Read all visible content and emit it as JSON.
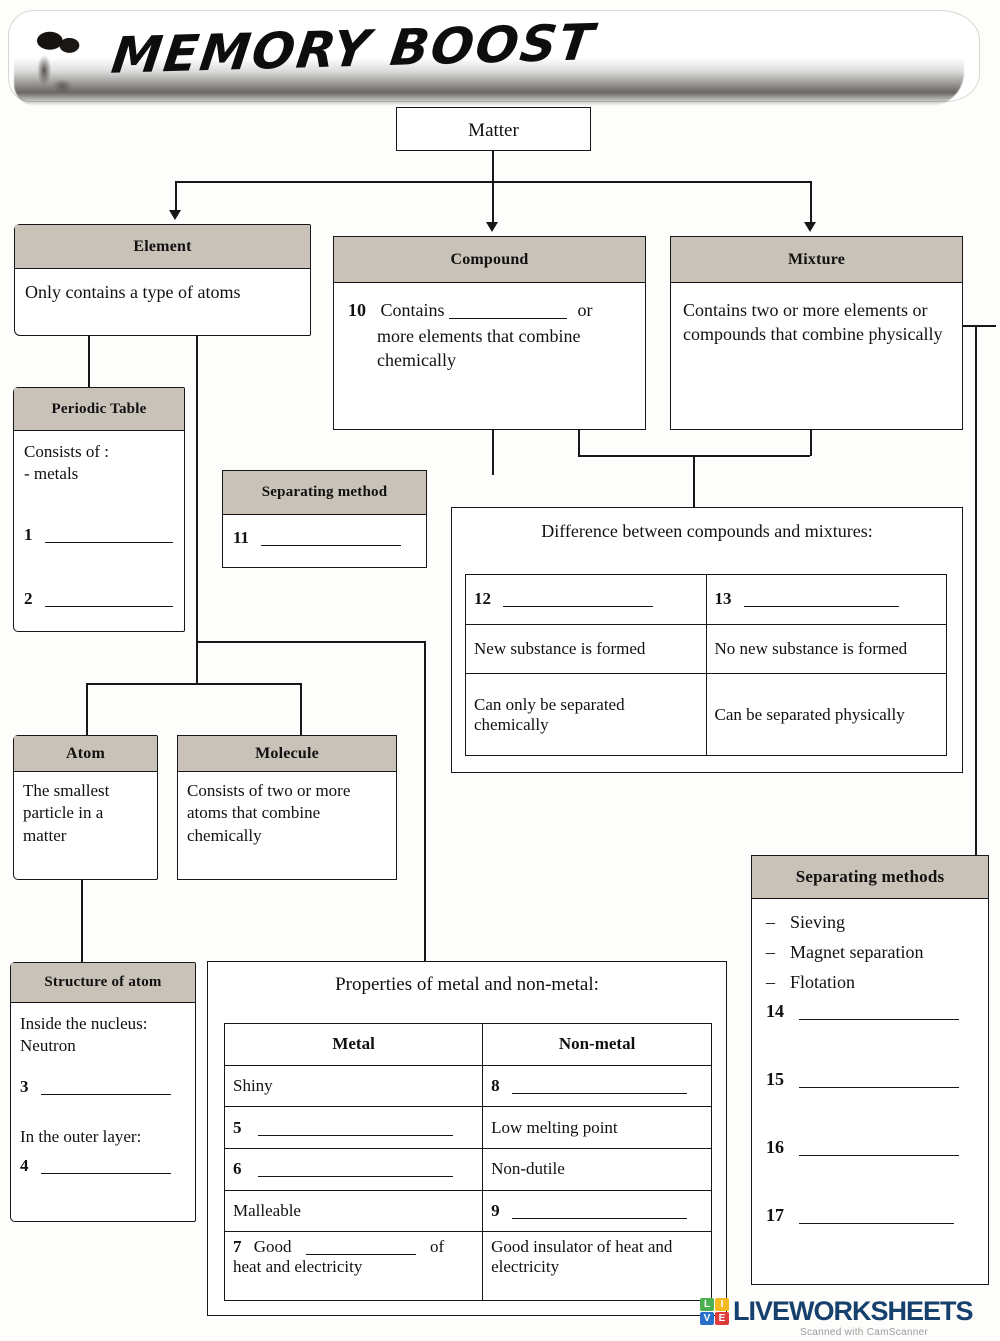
{
  "banner": {
    "title": "MEMORY BOOST"
  },
  "nodes": {
    "matter": {
      "label": "Matter"
    },
    "element": {
      "header": "Element",
      "body": "Only contains a type of atoms"
    },
    "compound": {
      "header": "Compound",
      "q_number": "10",
      "text_before": "Contains",
      "text_mid": "or",
      "text_after": "more elements that combine chemically"
    },
    "mixture": {
      "header": "Mixture",
      "body": "Contains two or more elements or compounds that combine physically"
    },
    "periodic_table": {
      "header": "Periodic Table",
      "line1": "Consists of :",
      "line2": "-  metals",
      "q1": "1",
      "q2": "2"
    },
    "separating_method": {
      "header": "Separating method",
      "q11": "11"
    },
    "atom": {
      "header": "Atom",
      "body": "The smallest particle in a matter"
    },
    "molecule": {
      "header": "Molecule",
      "body": "Consists of two or more atoms that combine chemically"
    },
    "structure_of_atom": {
      "header": "Structure of atom",
      "line1": "Inside the nucleus:",
      "line2": "Neutron",
      "q3": "3",
      "line3": "In the outer layer:",
      "q4": "4"
    },
    "separating_methods": {
      "header": "Separating methods",
      "items": [
        "Sieving",
        "Magnet separation",
        "Flotation"
      ],
      "dash": "–",
      "blanks": [
        "14",
        "15",
        "16",
        "17"
      ]
    }
  },
  "difference_table": {
    "title": "Difference between compounds and mixtures:",
    "rows": [
      {
        "left": "12",
        "left_is_blank": true,
        "right": "13",
        "right_is_blank": true
      },
      {
        "left": "New substance is formed",
        "left_is_blank": false,
        "right": "No new substance is formed",
        "right_is_blank": false
      },
      {
        "left": "Can only be separated chemically",
        "left_is_blank": false,
        "right": "Can be  separated physically",
        "right_is_blank": false
      }
    ]
  },
  "properties_table": {
    "title": "Properties of metal and non-metal:",
    "headers": [
      "Metal",
      "Non-metal"
    ],
    "rows": [
      {
        "metal_text": "Shiny",
        "metal_q": "",
        "nonmetal_text": "",
        "nonmetal_q": "8"
      },
      {
        "metal_text": "",
        "metal_q": "5",
        "nonmetal_text": "Low melting point",
        "nonmetal_q": ""
      },
      {
        "metal_text": "",
        "metal_q": "6",
        "nonmetal_text": "Non-dutile",
        "nonmetal_q": ""
      },
      {
        "metal_text": "Malleable",
        "metal_q": "",
        "nonmetal_text": "",
        "nonmetal_q": "9"
      }
    ],
    "last_row": {
      "metal_q": "7",
      "metal_before": "Good",
      "metal_after": "of heat and electricity",
      "nonmetal_text": "Good  insulator  of  heat and electricity"
    }
  },
  "watermark": {
    "letters": [
      "L",
      "I",
      "V",
      "E"
    ],
    "colors": [
      "#4caf50",
      "#f5b921",
      "#2a6fc9",
      "#e03b3b"
    ],
    "text": "LIVEWORKSHEETS",
    "scanned": "Scanned with CamScanner"
  }
}
